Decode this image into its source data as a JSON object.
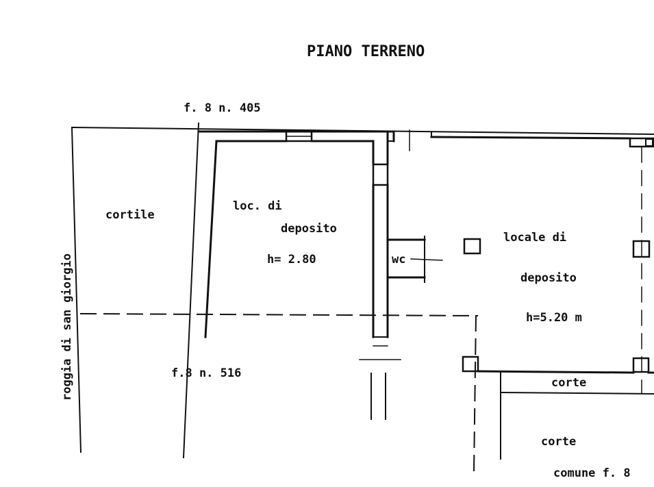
{
  "title": "PIANO TERRENO",
  "labels": {
    "parcel_405": "f. 8  n. 405",
    "parcel_516": "f.8  n. 516",
    "cortile": "cortile",
    "roggia": "roggia di san giorgio",
    "room1_line1": "loc. di",
    "room1_line2": "deposito",
    "room1_height": "h= 2.80",
    "wc": "wc",
    "room2_line1": "locale di",
    "room2_line2": "deposito",
    "room2_height": "h=5.20 m",
    "corte_small": "corte",
    "corte_big": "corte",
    "comune": "comune  f. 8"
  },
  "colors": {
    "ink": "#111111",
    "paper": "#ffffff"
  }
}
